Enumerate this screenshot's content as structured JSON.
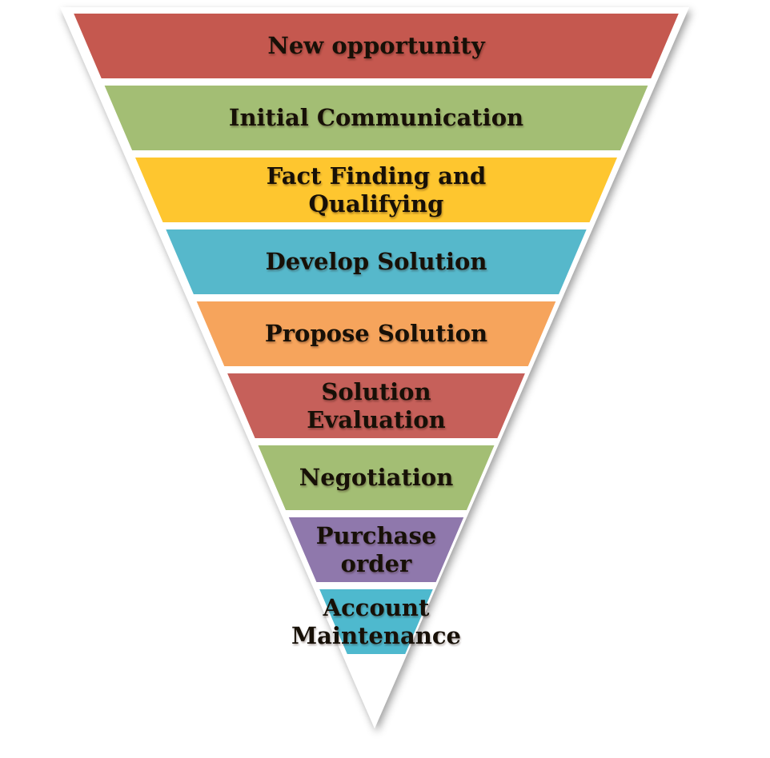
{
  "diagram": {
    "kind": "inverted-sales-funnel",
    "background_color": "#ffffff",
    "outline_color": "#ffffff",
    "text_color": "#171007",
    "stages": [
      {
        "label": "New opportunity",
        "color": "#c5584f"
      },
      {
        "label": "Initial Communication",
        "color": "#a3be74"
      },
      {
        "label": "Fact Finding and\nQualifying",
        "color": "#fec62f"
      },
      {
        "label": "Develop Solution",
        "color": "#56b8cb"
      },
      {
        "label": "Propose Solution",
        "color": "#f6a45c"
      },
      {
        "label": "Solution\nEvaluation",
        "color": "#c6605a"
      },
      {
        "label": "Negotiation",
        "color": "#a3be74"
      },
      {
        "label": "Purchase\norder",
        "color": "#8f78ac"
      },
      {
        "label": "Account\nMaintenance",
        "color": "#4eb9ce"
      }
    ]
  }
}
